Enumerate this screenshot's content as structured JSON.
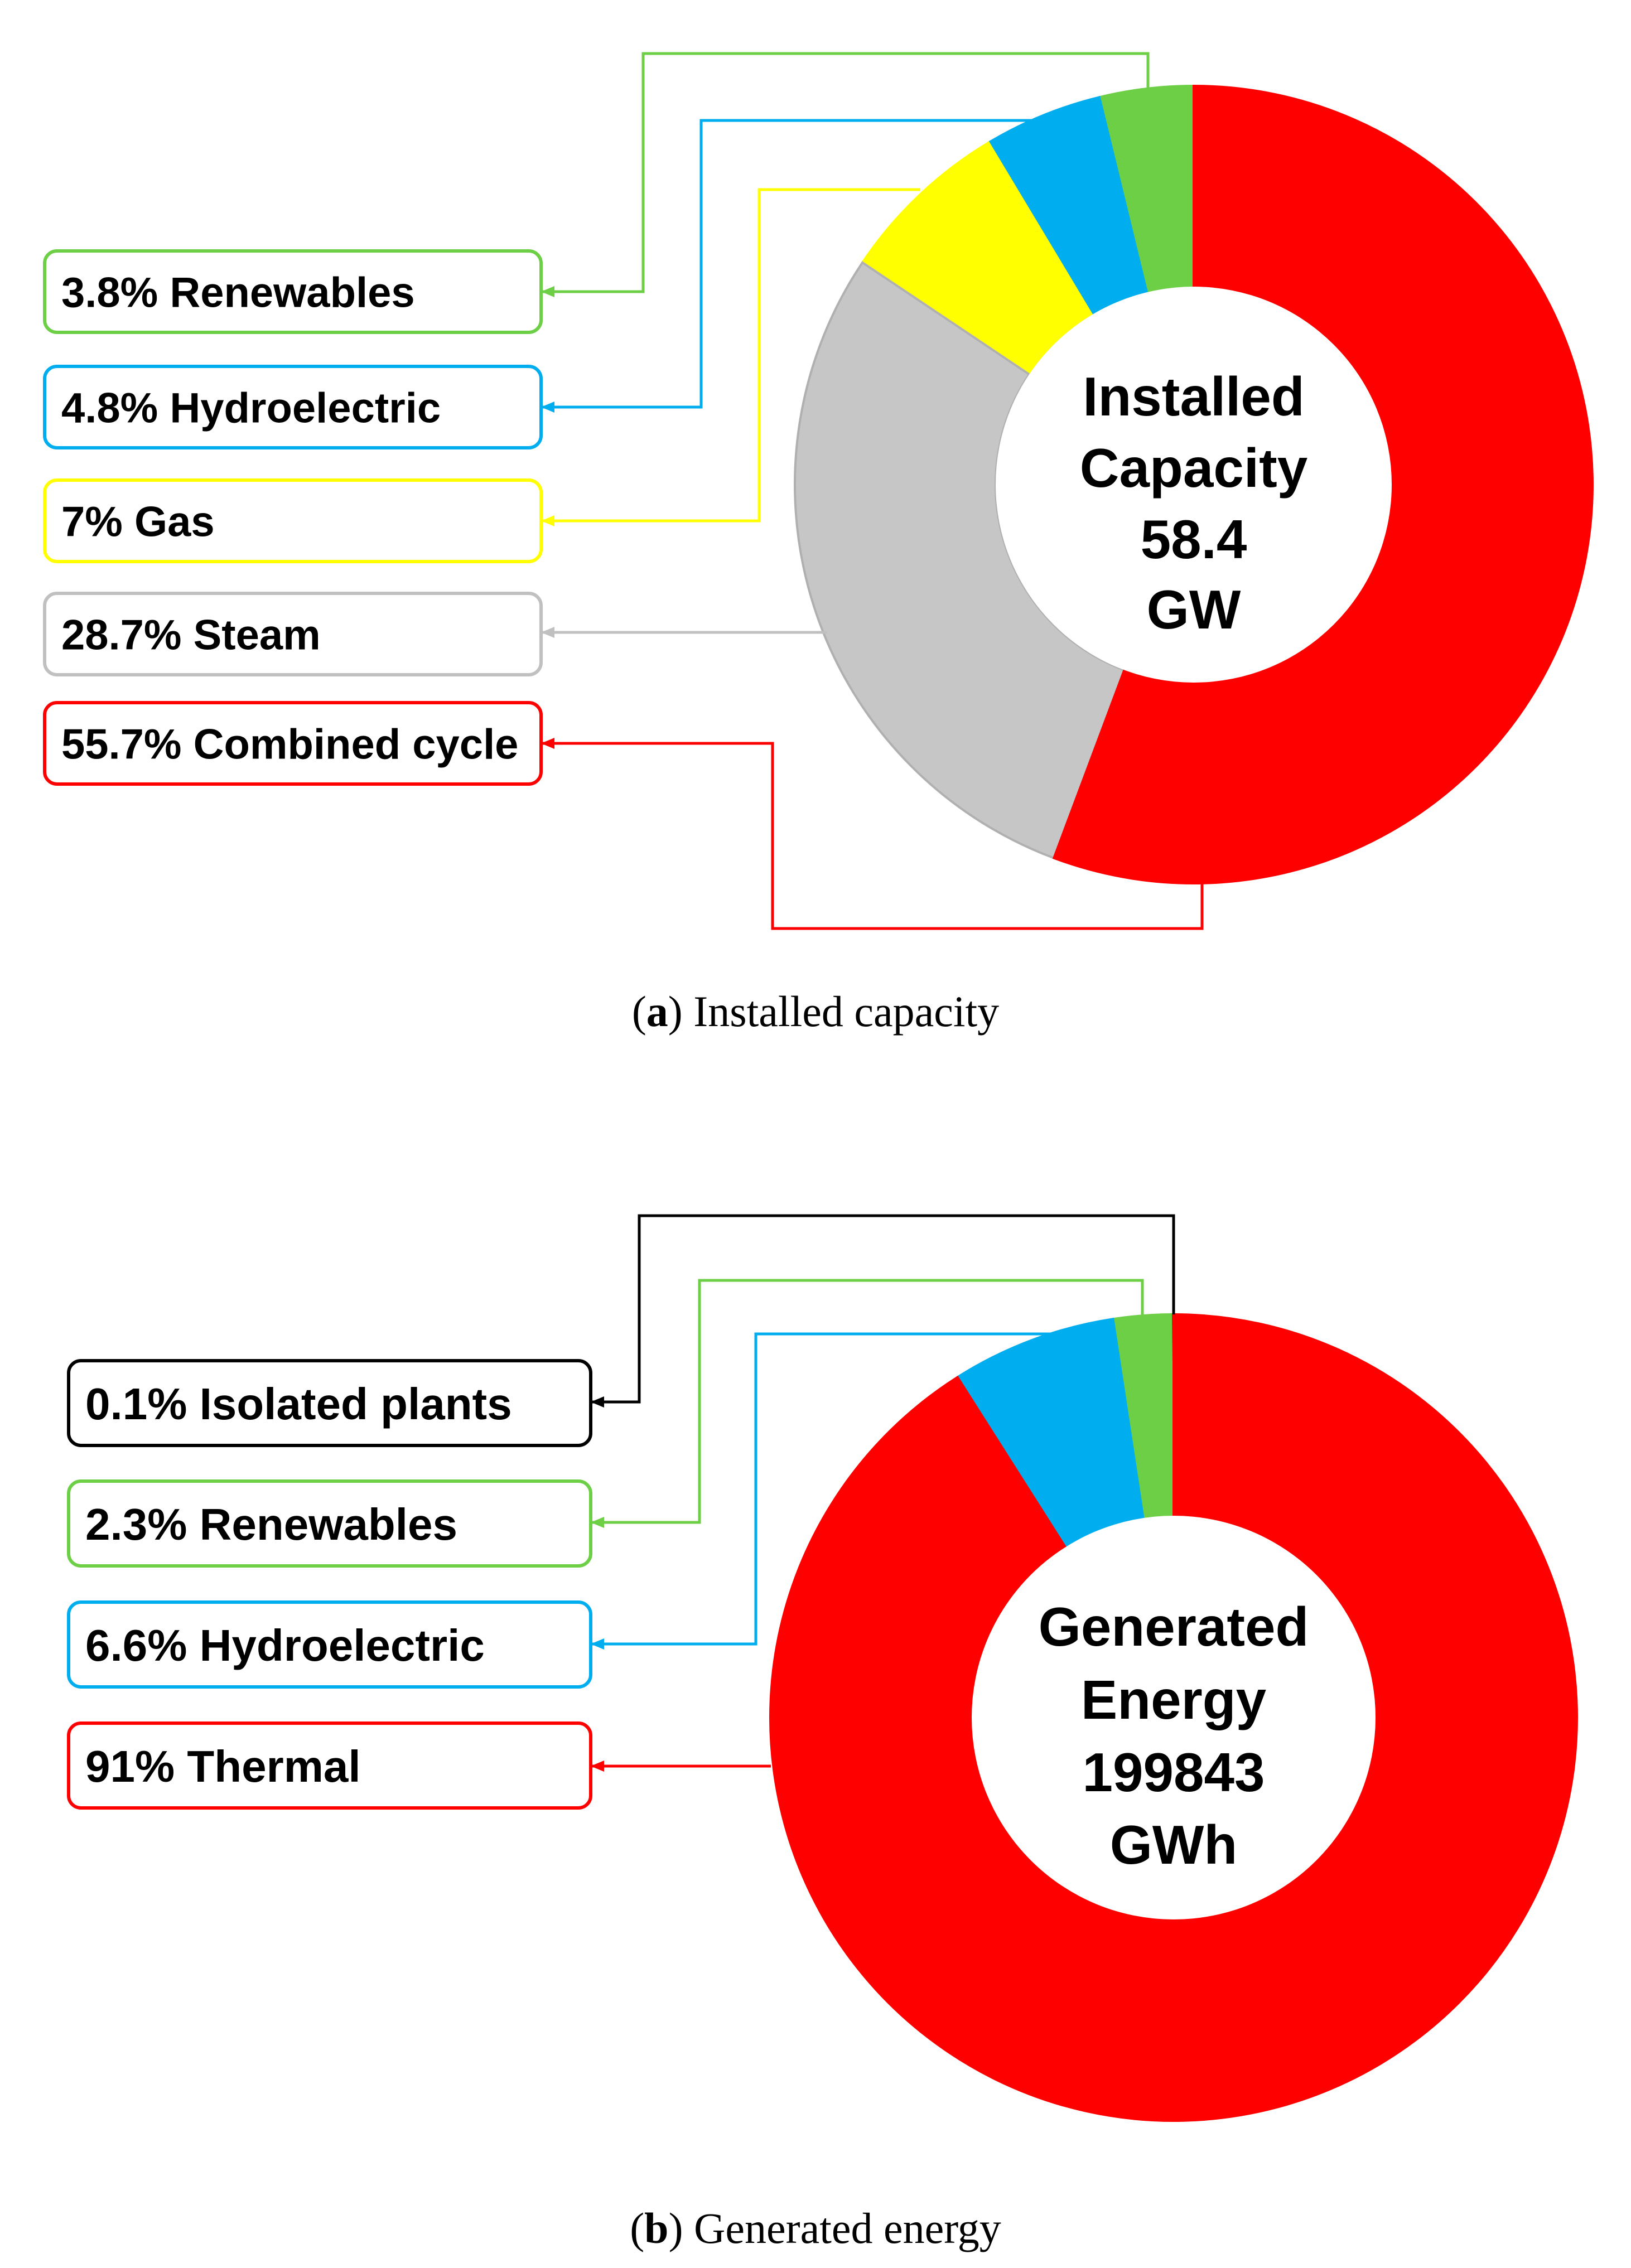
{
  "chart_data": [
    {
      "type": "pie",
      "style": "donut",
      "caption_letter": "a",
      "caption_text": "Installed capacity",
      "center_lines": [
        "Installed",
        "Capacity",
        "58.4",
        "GW"
      ],
      "slices": [
        {
          "label": "3.8% Renewables",
          "value": 3.8,
          "color": "#6ccf45"
        },
        {
          "label": "4.8% Hydroelectric",
          "value": 4.8,
          "color": "#00aeef"
        },
        {
          "label": "7% Gas",
          "value": 7.0,
          "color": "#ffff00"
        },
        {
          "label": "28.7% Steam",
          "value": 28.7,
          "color": "#c6c6c6"
        },
        {
          "label": "55.7% Combined cycle",
          "value": 55.7,
          "color": "#ff0000"
        }
      ]
    },
    {
      "type": "pie",
      "style": "donut",
      "caption_letter": "b",
      "caption_text": "Generated energy",
      "center_lines": [
        "Generated",
        "Energy",
        "199843",
        "GWh"
      ],
      "slices": [
        {
          "label": "0.1% Isolated plants",
          "value": 0.1,
          "color": "#000000"
        },
        {
          "label": "2.3% Renewables",
          "value": 2.3,
          "color": "#6ccf45"
        },
        {
          "label": "6.6% Hydroelectric",
          "value": 6.6,
          "color": "#00aeef"
        },
        {
          "label": "91% Thermal",
          "value": 91.0,
          "color": "#ff0000"
        }
      ]
    }
  ]
}
